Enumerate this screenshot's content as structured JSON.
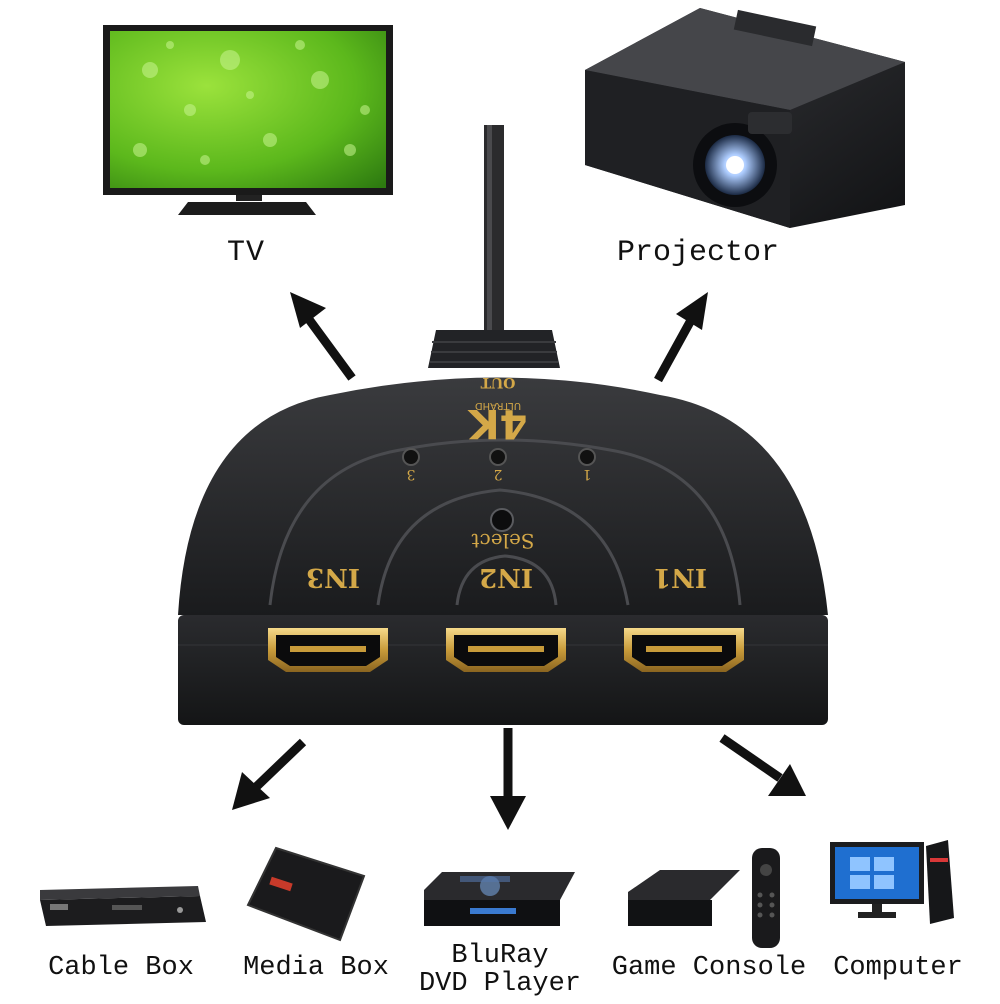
{
  "top_devices": {
    "tv_label": "TV",
    "projector_label": "Projector"
  },
  "switch": {
    "out_label": "OUT",
    "brand_mark": "4K",
    "brand_sub": "ULTRAHD",
    "led_1": "1",
    "led_2": "2",
    "led_3": "3",
    "select_label": "Select",
    "in1_label": "IN1",
    "in2_label": "IN2",
    "in3_label": "IN3"
  },
  "bottom_devices": {
    "cable_box_label": "Cable Box",
    "media_box_label": "Media Box",
    "bluray_line1": "BluRay",
    "bluray_line2": "DVD Player",
    "game_console_label": "Game Console",
    "computer_label": "Computer"
  }
}
